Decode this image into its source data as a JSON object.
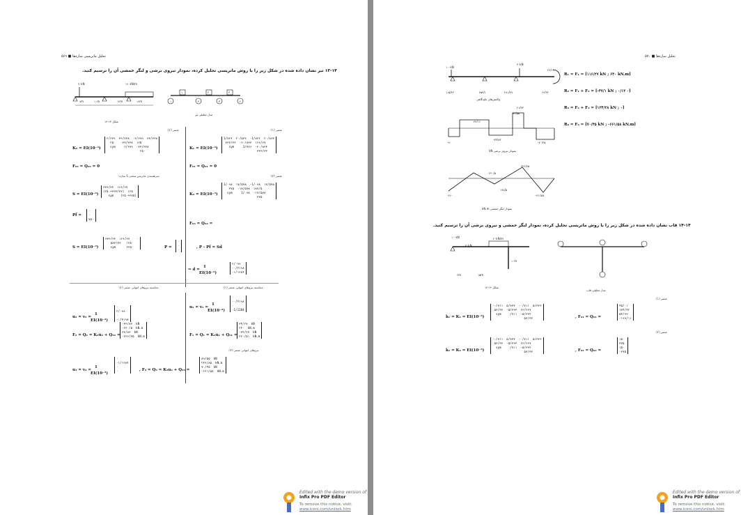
{
  "left_page": {
    "header": "تحلیل ماتریسی سازه‌ها ■ ۵۶۹",
    "problem": "۱۳-۱۴ تیر نشان داده شده در شکل زیر را با روش ماتریسی تحلیل کرده، نمودار نیروی برشی و لنگر خمشی آن را ترسیم کنید.",
    "figure_caption": "شکل ۱۳-۱۴",
    "model_caption": "مدل تحلیلی تیر",
    "element1": "عنصر (۱):",
    "element2": "عنصر (۲):",
    "element3": "عنصر (۳):",
    "assembly": "سرهمبندی ماتریس سختی S سازه:",
    "k1_label": "K₁ = EI(10⁻³)",
    "k2_label": "K₂ = EI(10⁻³)",
    "k3_label": "K₃ = EI(10⁻³)",
    "s_label": "S = EI(10⁻³)",
    "s2_label": "S = EI(10⁻³)",
    "f1_label": "F₀₁ = Q₀₁ = 0",
    "f2_label": "F₀₂ = Q₀₂ = 0",
    "f3_label": "F₀₃ = Q₀₃ =",
    "pf_label": "Pf =",
    "p_label": "P =",
    "psd": ", P - Pf = Sd",
    "d_label": "⇒ d =",
    "end_forces": "محاسبه نیروهای انتهایی عنصر (۱):",
    "end_forces2": "محاسبه نیروهای انتهایی عنصر (۲):",
    "end_forces3": "نیروهای انتهایی عنصر (۳):",
    "u1_label": "u₁ = v₁ =",
    "u2_label": "u₂ = v₂ =",
    "u3_label": "u₃ = v₃ =",
    "F1_label": "F₁ = Q₁ = K₁u₁ + Q₀₁ =",
    "F2_label": "F₂ = Q₂ = K₂u₂ + Q₀₂ =",
    "F3_label": ", F₃ = Q₃ = K₃u₃ + Q₀₃ =",
    "k1_matrix": "1/۷۳۶  ۲۰/۸۳۳  -1/۷۳۶  ۲۰/۸۳۳\n ۳۳۳/۳۳  -۲۰/۸۳۳  ۱۶۶/۶۷\n   sym     1/۷۳۶  -۲۰/۸۳۳\n                   ۳۳۳/۳۳",
    "k2_matrix": "۲/۶۷۹  ۳۳/۳۳۸  -۲/۶۷۹  ۳۳/۳۳۸\n  ۲۵۰   -۳۳/۳۳۸  ۱۲۵\n  sym     ۲/۶۷۹  -۳۳/۳۳۸\n                   ۲۵۰",
    "k3_matrix": "1/۰۹۸  ۱۷/۵۷۸  -1/۰۹۸  ۱۷/۵۷۸\n   ۳۷۵  -۱۷/۵۷۸  ۱۸۷/۵\n  sym     1/۰۹۸  -۱۷/۵۷۸\n                   ۳۷۵",
    "s_matrix": "۳۳۳/۳۳  ۱۶۶/۶۷    ۰\n(۲۵۰+۳۳۳/۳۳)  ۱۲۵\n   sym    (۲۵۰+۳۷۵)",
    "s2_matrix": "۳۳۳/۳۳  ۱۶۶/۶۷    ۰\n   ۵۸۳/۳۳   ۱۲۵\n   sym      ۶۲۵",
    "pf_vec": "۰\n۰\n۷۵۰",
    "p_vec": "۰\n۰\n۰",
    "d_vec": "۲/۰۹۹\n-۰/۴۱۹۸\n-۱/۱۲۸۴",
    "F1_vec": "-۳۳/۸۳  kN\n-۲۲۰/۵  kN.m\n۳۳/۸۳  kN\n-۲۳۶/۷۵  kN.m",
    "F2_vec": "۳۴/۲۷  kN\n۲۴۰  kN.m\n-۳۴/۲۷  kN\n۲۳۰/۵۱  kN.m",
    "F3_vec": "۸۹/۵۵  kN\n۲۳۶/۸۵  kN.m\n۷۰/۴۵  kN\n-۶۶۱/۵۸  kN.m",
    "u1_vec": "۰\n-۰/۴۱۹۸\n۰\n-1/1284",
    "u2_vec": "۰\n۲/۰۹۹\n۰\n-۰/۴۱۹۸",
    "u3_vec": "۰\n-۱/۱۲۸۴\n۰\n۰",
    "denom": "EI(10⁻³)",
    "one": "1",
    "dims": [
      "۸m",
      "۱۰m",
      "۱۲m",
      "۱۶m"
    ],
    "loads": [
      "۹۰kN",
      "۱۶۰kN/m"
    ],
    "node_labels": [
      "۱",
      "۲",
      "۳",
      "۴"
    ],
    "elem_labels": [
      "۱",
      "۲",
      "۳"
    ]
  },
  "right_page": {
    "header": "۵۷۰ ■ تحلیل سازه‌ها",
    "support_caption": "واکنش‌های تکیه‌گاهی",
    "shear_caption": "نمودار نیروی برشی  kN",
    "moment_caption": "نمودار لنگر خمشی  kN.m",
    "loads": [
      "۱۰۰kN",
      "۳۰kN",
      "۲۰kN/m"
    ],
    "reactions": [
      "۱۱۵/۲۴",
      "۲۵۹/۱",
      "۲۸۱/۴۷",
      "۲۶/۱۹",
      "۶۶/۴۲"
    ],
    "shear_values": [
      "۴۲/۱۶",
      "۹۳/۵۵",
      "-۳۳/۸۳",
      "۲۱/۴۳",
      "-۹۰",
      "-۷۰/۴۵"
    ],
    "moment_values": [
      "۲۲۰/۵",
      "۲۳۶/۷۵",
      "۱۹۸/۵",
      "-۶۶۱/۵۸",
      "-۶۶۰"
    ],
    "reaction_eq1": "R₁ = F₁ = [۱۱۶/۲۷ kN ; ۶۴۰ kN.m]",
    "reaction_eq2": "R₂ = F₁ + F₂ = [-۴۷/۱ kN ; ۰/۱۲ ۰]",
    "reaction_eq3": "R₃ = F₂ + F₃ = [۱۲۴/۲۸ kN ; ۰]",
    "reaction_eq4": "R₄ = F₃ = [۷۰/۴۵ kN ; -۶۶۱/۵۸ kN.m]",
    "problem": "۱۴-۱۴ قاب نشان داده شده در شکل زیر را با روش ماتریسی تحلیل کرده، نمودار لنگر خمشی و نیروی برشی آن را ترسیم کنید.",
    "figure_caption": "شکل ۱۴-۱۴",
    "model_caption": "مدل تحلیلی قاب",
    "element1": "عنصر (۱):",
    "element2": "عنصر (۲):",
    "k_label_1": "k₁ = K₁ = EI(10⁻³)",
    "k_label_2": "k₂ = K₂ = EI(10⁻³)",
    "f_label_1": ", F₀₁ = Q₀₁ =",
    "f_label_2": ", F₀₂ = Q₀₂ =",
    "mat1": "-۰/۷۱۱  ۵/۳۳۳  -۰/۷۱۱  ۵/۳۳۳\n ۵۳/۳۳  -۵/۳۳۳  ۲۶/۶۶۷\n  sym    ۰/۷۱۱  -۵/۳۳۳\n                  ۵۳/۳۳",
    "mat2": "-۰/۷۱۱  ۵/۳۳۳  -۰/۷۱۱  ۵/۳۳۳\n ۵۳/۳۳  -۵/۳۳۳  ۲۶/۶۶۷\n  sym    ۰/۷۱۱  -۵/۳۳۳\n                  ۵۳/۳۳",
    "vec1": "۴۵/۰۱\n۱۷۴/۴۲\n۵۴/۹۹\n-۱۹۹/۱۱",
    "vec2": "۱۵۰\n۳۷۵\n۱۵۰\n-۳۷۵",
    "dims": [
      "۶m",
      "۱۵m",
      "۱۰m"
    ]
  },
  "watermark": {
    "line1": "Edited with the demo version of",
    "line2": "Infix Pro PDF Editor",
    "line3": "To remove this notice, visit:",
    "line4": "www.iceni.com/unlock.htm"
  },
  "colors": {
    "page": "#ffffff",
    "gutter": "#8e8e8e",
    "logo_orange": "#f2a31b",
    "logo_blue": "#4a6fc2",
    "link": "#4a6fc2"
  }
}
